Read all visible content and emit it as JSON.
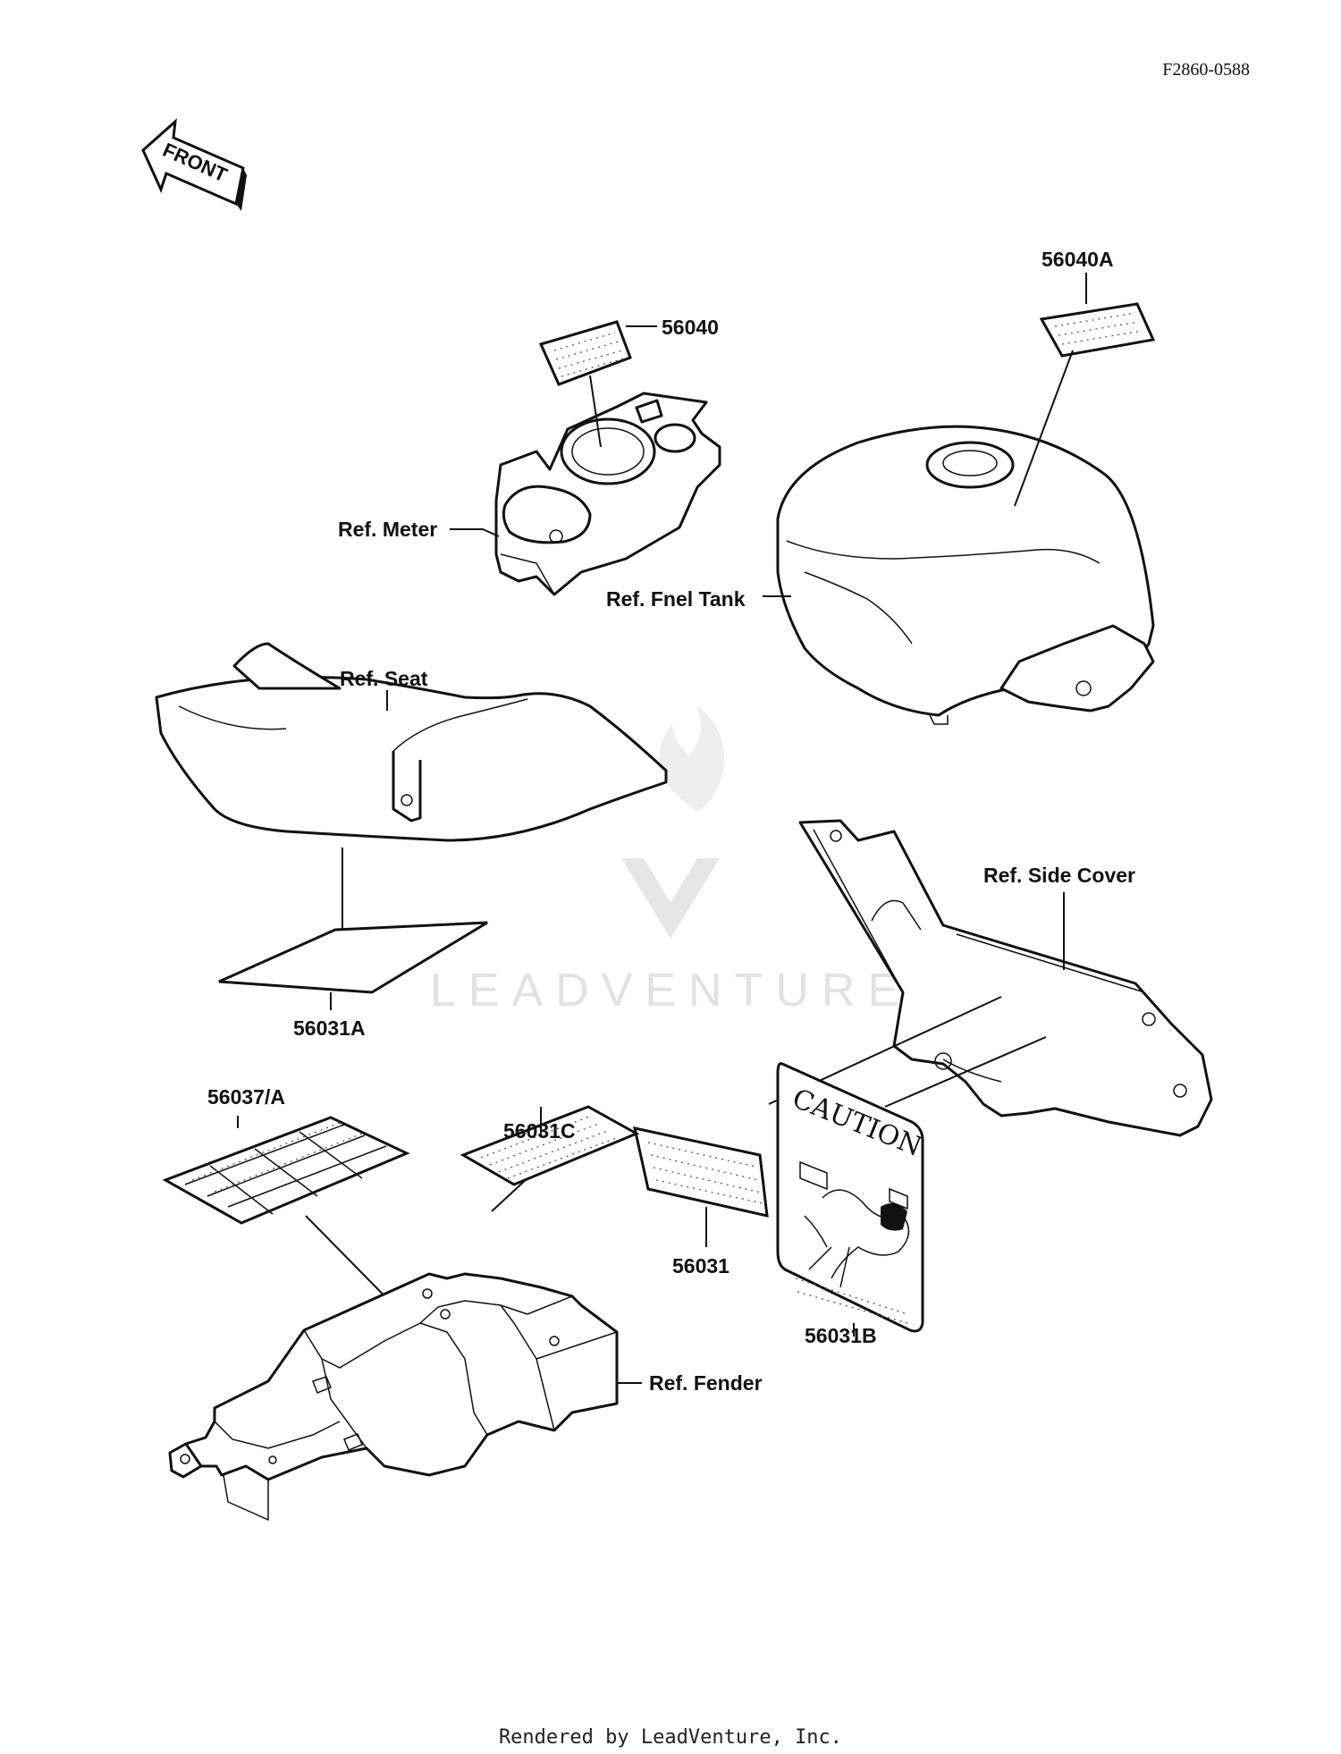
{
  "figure_number": "F2860-0588",
  "front_arrow_text": "FRONT",
  "watermark_text": "LEADVENTURE",
  "footer": "Rendered by LeadVenture, Inc.",
  "labels": {
    "p56040": "56040",
    "p56040A": "56040A",
    "ref_meter": "Ref. Meter",
    "ref_fuel_tank": "Ref. Fnel Tank",
    "ref_seat": "Ref. Seat",
    "p56031A": "56031A",
    "ref_side_cover": "Ref. Side Cover",
    "p56037A": "56037/A",
    "p56031C": "56031C",
    "p56031": "56031",
    "p56031B": "56031B",
    "ref_fender": "Ref. Fender"
  },
  "caution_label_text": "CAUTION"
}
